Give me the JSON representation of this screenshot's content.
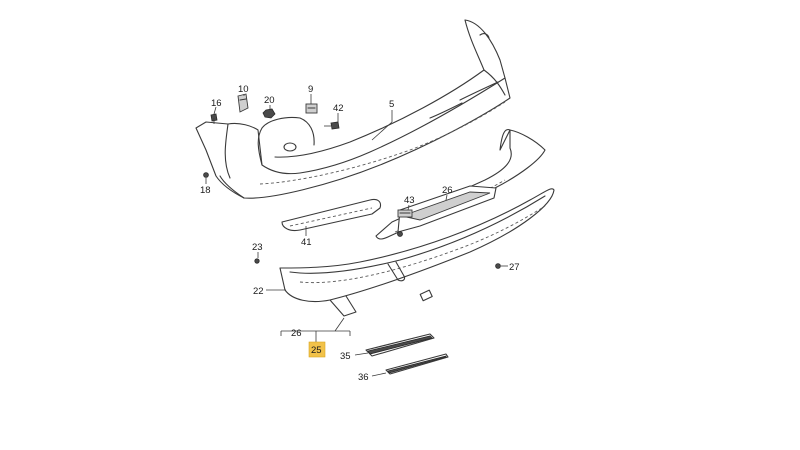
{
  "diagram": {
    "highlight_color": "#f2c24a",
    "line_color": "#3a3a3a",
    "callouts": [
      {
        "id": "5",
        "text": "5"
      },
      {
        "id": "9",
        "text": "9"
      },
      {
        "id": "10",
        "text": "10"
      },
      {
        "id": "16",
        "text": "16"
      },
      {
        "id": "18",
        "text": "18"
      },
      {
        "id": "20",
        "text": "20"
      },
      {
        "id": "22",
        "text": "22"
      },
      {
        "id": "23",
        "text": "23"
      },
      {
        "id": "25",
        "text": "25",
        "highlighted": true
      },
      {
        "id": "26a",
        "text": "26"
      },
      {
        "id": "26b",
        "text": "26"
      },
      {
        "id": "27",
        "text": "27"
      },
      {
        "id": "35",
        "text": "35"
      },
      {
        "id": "36",
        "text": "36"
      },
      {
        "id": "41",
        "text": "41"
      },
      {
        "id": "42",
        "text": "42"
      },
      {
        "id": "43",
        "text": "43"
      }
    ]
  }
}
